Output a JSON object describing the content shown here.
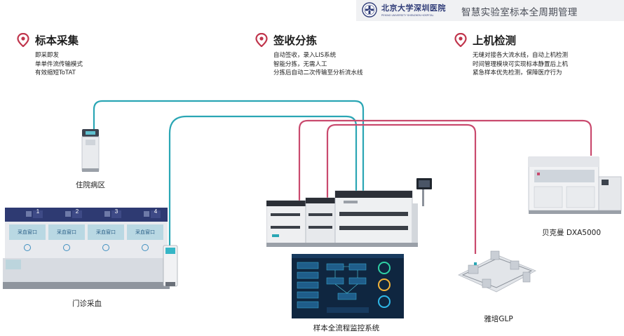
{
  "header": {
    "logo_cn": "北京大学深圳医院",
    "logo_en": "PEKING UNIVERSITY SHENZHEN HOSPITAL",
    "title": "智慧实验室标本全周期管理"
  },
  "stages": [
    {
      "title": "标本采集",
      "lines": [
        "即采即发",
        "单单件流传输模式",
        "有效缩短ToTAT"
      ]
    },
    {
      "title": "签收分拣",
      "lines": [
        "自动签收，录入LIS系统",
        "智能分拣，无需人工",
        "分拣后自动二次传输至分析流水线"
      ]
    },
    {
      "title": "上机检测",
      "lines": [
        "无缝对接各大流水线，自动上机检测",
        "时间管理模块可实现标本静置后上机",
        "紧急样本优先检测，保障医疗行为"
      ]
    }
  ],
  "blood_station": {
    "window_label": "采血窗口",
    "numbers": [
      "1",
      "2",
      "3",
      "4"
    ]
  },
  "captions": {
    "ward": "住院病区",
    "outpatient": "门诊采血",
    "monitor": "样本全流程监控系统",
    "beckman": "贝克曼 DXA5000",
    "glp": "雅培GLP"
  },
  "colors": {
    "teal": "#2aa6b4",
    "pink": "#c94a6e",
    "pin_red": "#c0354c",
    "navy": "#2f3c78"
  },
  "icons": [
    "map-pin-icon",
    "hospital-emblem-icon"
  ]
}
